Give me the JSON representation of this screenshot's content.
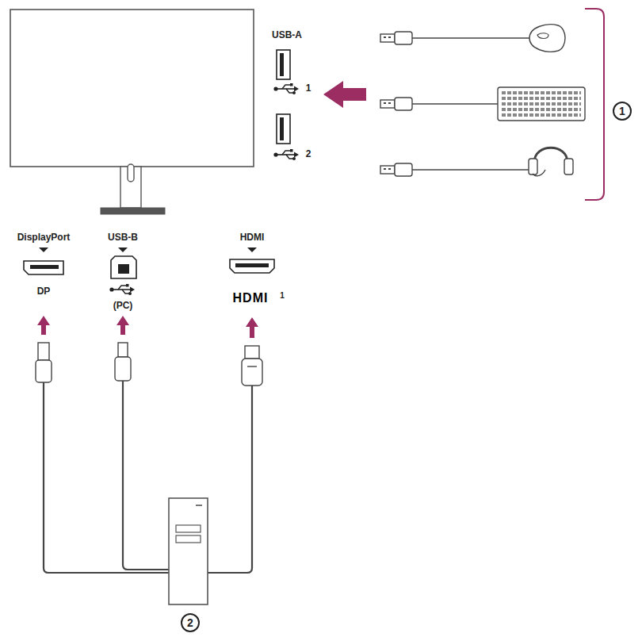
{
  "diagram": {
    "nodes": [
      {
        "text": [
          "1"
        ]
      },
      {
        "text": [
          "2"
        ]
      }
    ],
    "labels": [
      "USB-A",
      "1",
      "2",
      "DisplayPort",
      "USB-B",
      "HDMI",
      "DP",
      "(PC)",
      "HDMI",
      "1"
    ]
  }
}
